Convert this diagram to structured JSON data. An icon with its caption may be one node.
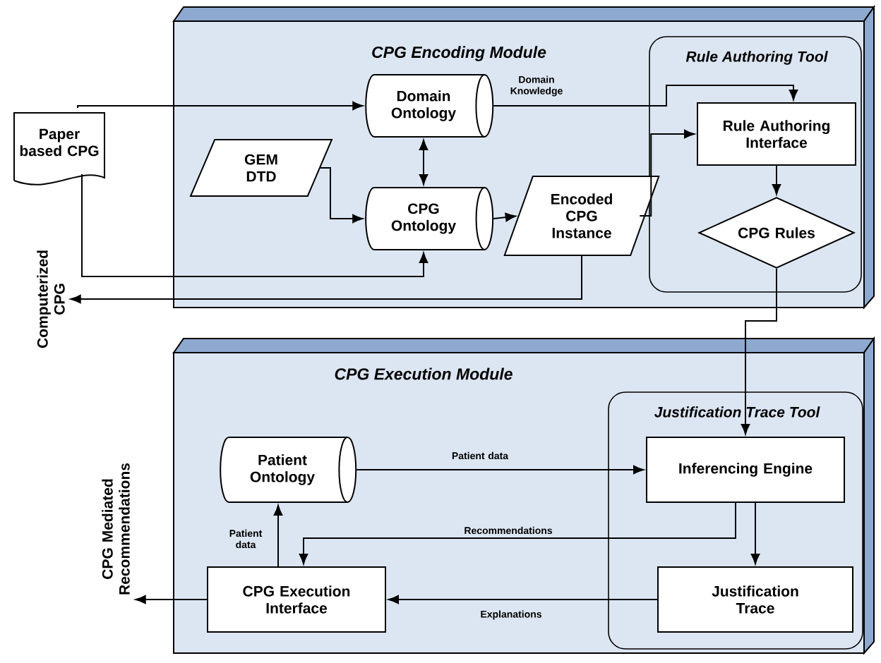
{
  "diagram": {
    "nodes": [
      {
        "text": [
          "CPG Encoding Module"
        ]
      },
      {
        "text": [
          "Rule Authoring Tool"
        ],
        "in": 0
      },
      {
        "text": [
          "Paper based CPG"
        ]
      },
      {
        "text": [
          "Domain Ontology"
        ],
        "in": 0
      },
      {
        "text": [
          "GEM DTD"
        ],
        "in": 0
      },
      {
        "text": [
          "CPG Ontology"
        ],
        "in": 0
      },
      {
        "text": [
          "Encoded CPG Instance"
        ],
        "in": 0
      },
      {
        "text": [
          "Rule Authoring Interface"
        ],
        "in": 1
      },
      {
        "text": [
          "CPG Rules"
        ],
        "in": 1
      },
      {
        "text": [
          "Computerized CPG"
        ]
      },
      {
        "text": [
          "CPG Execution Module"
        ]
      },
      {
        "text": [
          "Justification Trace Tool"
        ],
        "in": 10
      },
      {
        "text": [
          "Patient Ontology"
        ],
        "in": 10
      },
      {
        "text": [
          "Inferencing Engine"
        ],
        "in": 11
      },
      {
        "text": [
          "CPG Execution Interface"
        ],
        "in": 10
      },
      {
        "text": [
          "Justification Trace"
        ],
        "in": 11
      },
      {
        "text": [
          "CPG Mediated Recommendations"
        ]
      }
    ],
    "edges": [
      {
        "from": 2,
        "to": 3,
        "arrow": "to"
      },
      {
        "from": 2,
        "to": 5,
        "arrow": "to"
      },
      {
        "from": 4,
        "to": 5,
        "arrow": "to"
      },
      {
        "from": 3,
        "to": 5,
        "arrow": "both"
      },
      {
        "from": 3,
        "to": 7,
        "arrow": "to",
        "label": "Domain Knowledge"
      },
      {
        "from": 5,
        "to": 6,
        "arrow": "to"
      },
      {
        "from": 6,
        "to": 7,
        "arrow": "to"
      },
      {
        "from": 6,
        "to": 9,
        "arrow": "to"
      },
      {
        "from": 7,
        "to": 8,
        "arrow": "to"
      },
      {
        "from": 8,
        "to": 13,
        "arrow": "to"
      },
      {
        "from": 12,
        "to": 13,
        "arrow": "to",
        "label": "Patient data"
      },
      {
        "from": 13,
        "to": 14,
        "arrow": "to",
        "label": "Recommendations"
      },
      {
        "from": 13,
        "to": 15,
        "arrow": "to"
      },
      {
        "from": 15,
        "to": 14,
        "arrow": "to",
        "label": "Explanations"
      },
      {
        "from": 14,
        "to": 12,
        "arrow": "to",
        "label": "Patient data"
      },
      {
        "from": 14,
        "to": 16,
        "arrow": "to"
      }
    ]
  }
}
